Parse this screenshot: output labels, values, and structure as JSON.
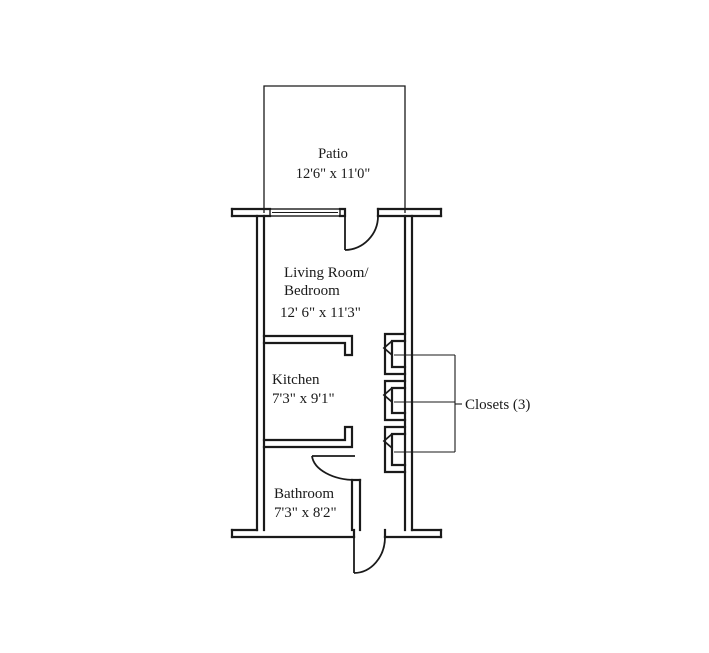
{
  "rooms": {
    "patio": {
      "name": "Patio",
      "size": "12'6\" x 11'0\""
    },
    "living": {
      "name_line1": "Living Room/",
      "name_line2": "Bedroom",
      "size": "12' 6\" x 11'3\""
    },
    "kitchen": {
      "name": "Kitchen",
      "size": "7'3\" x 9'1\""
    },
    "bathroom": {
      "name": "Bathroom",
      "size": "7'3\" x 8'2\""
    }
  },
  "closets": {
    "label": "Closets (3)"
  }
}
